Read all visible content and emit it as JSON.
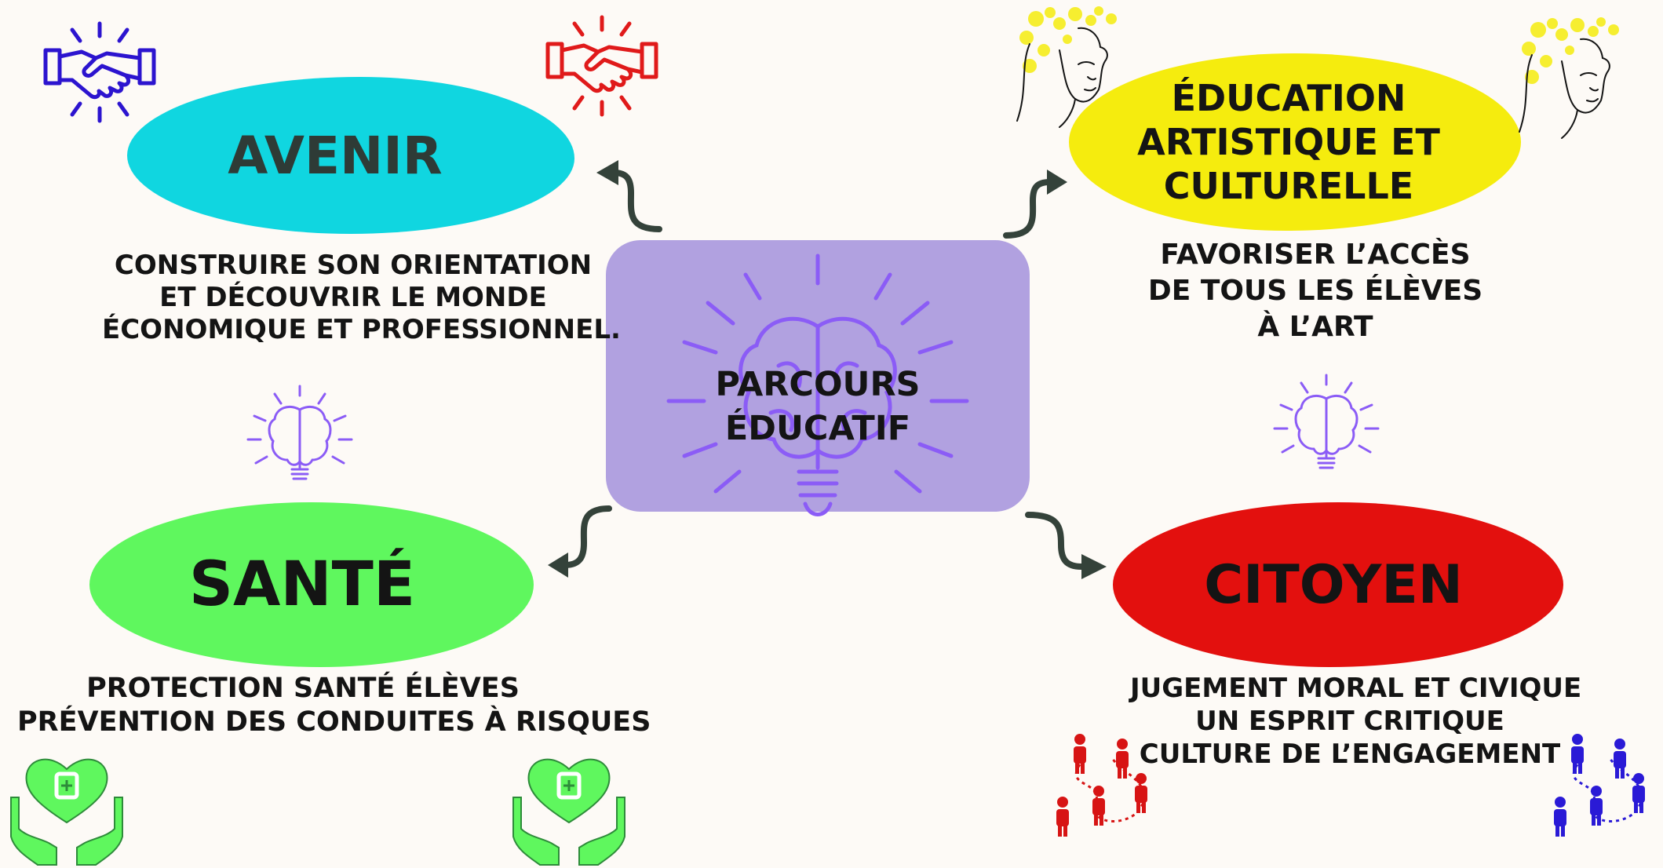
{
  "center": {
    "line1": "PARCOURS",
    "line2": "ÉDUCATIF"
  },
  "avenir": {
    "title": "AVENIR",
    "desc": [
      "CONSTRUIRE SON ORIENTATION",
      "ET DÉCOUVRIR LE MONDE",
      "ÉCONOMIQUE ET PROFESSIONNEL."
    ]
  },
  "education": {
    "title": [
      "ÉDUCATION",
      "ARTISTIQUE ET",
      "CULTURELLE"
    ],
    "desc": [
      "FAVORISER L’ACCÈS",
      "DE TOUS LES ÉLÈVES",
      "À L’ART"
    ]
  },
  "sante": {
    "title": "SANTÉ",
    "desc": [
      "PROTECTION SANTÉ ÉLÈVES",
      "PRÉVENTION DES CONDUITES À RISQUES"
    ]
  },
  "citoyen": {
    "title": "CITOYEN",
    "desc": [
      "JUGEMENT MORAL ET CIVIQUE",
      "UN ESPRIT CRITIQUE",
      "CULTURE DE L’ENGAGEMENT"
    ]
  },
  "colors": {
    "background": "#fdfaf6",
    "center_box": "#b1a1e0",
    "avenir": "#10d6e0",
    "education": "#f5ec0e",
    "sante": "#5ff75e",
    "citoyen": "#e3100e",
    "arrow": "#34423a",
    "handshake_blue": "#2c14cf",
    "handshake_red": "#e01a1a",
    "brain_purple": "#8b5cf6",
    "people_red": "#d71414",
    "people_blue": "#2a1ad6"
  },
  "icons": [
    "handshake-icon",
    "brain-lightbulb-icon",
    "face-line-art-icon",
    "heart-hands-icon",
    "network-people-icon",
    "curved-arrow-icon"
  ]
}
